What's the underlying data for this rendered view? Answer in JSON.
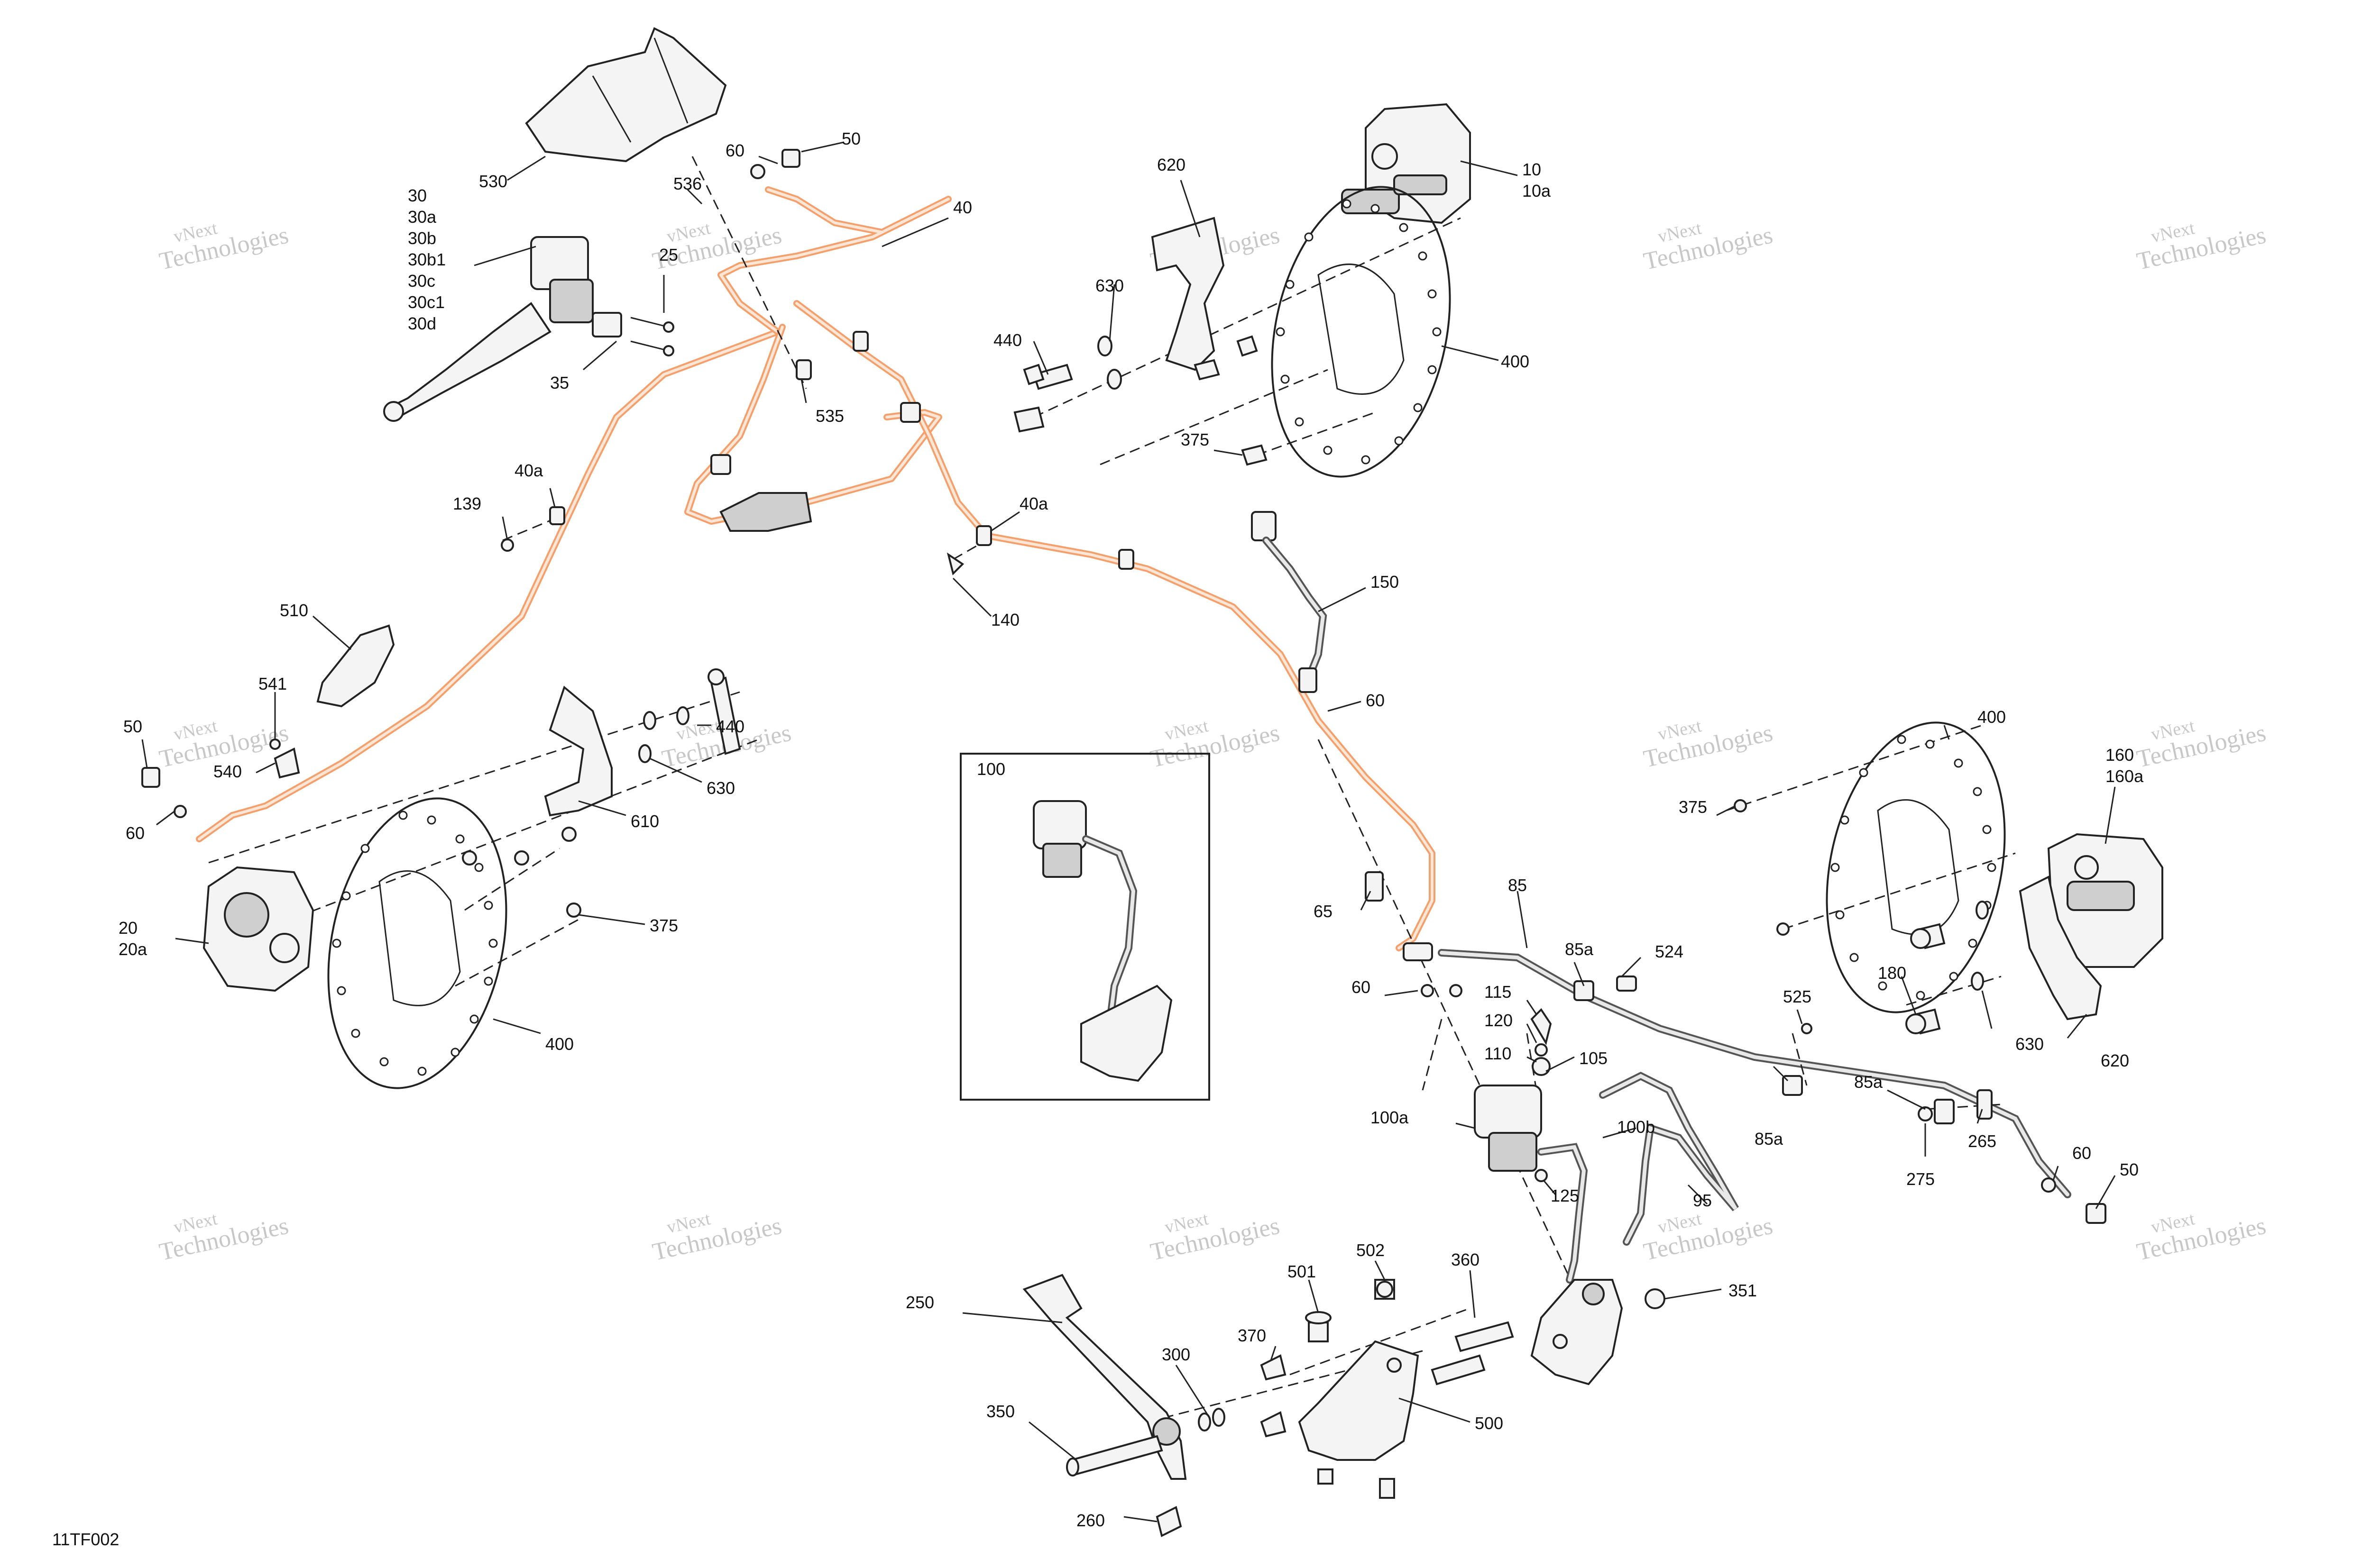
{
  "diagram_code": "11TF002",
  "watermark": {
    "line1": "vNext",
    "line2": "Technologies"
  },
  "labels": {
    "p530": "530",
    "p30": "30",
    "p30a": "30a",
    "p30b": "30b",
    "p30b1": "30b1",
    "p30c": "30c",
    "p30c1": "30c1",
    "p30d": "30d",
    "p25": "25",
    "p35": "35",
    "p60_top": "60",
    "p50_top": "50",
    "p536": "536",
    "p40": "40",
    "p535": "535",
    "p620_top": "620",
    "p10": "10",
    "p10a": "10a",
    "p630_top": "630",
    "p440_top": "440",
    "p400_top": "400",
    "p375_top": "375",
    "p139": "139",
    "p40a_left": "40a",
    "p40a_mid": "40a",
    "p140": "140",
    "p150": "150",
    "p60_mid": "60",
    "p510": "510",
    "p541": "541",
    "p540": "540",
    "p50_left": "50",
    "p60_left": "60",
    "p440_left": "440",
    "p630_left": "630",
    "p610": "610",
    "p20": "20",
    "p20a": "20a",
    "p375_left": "375",
    "p400_left": "400",
    "p100": "100",
    "p400_right": "400",
    "p160": "160",
    "p160a": "160a",
    "p375_right": "375",
    "p65": "65",
    "p85": "85",
    "p85a_top": "85a",
    "p524": "524",
    "p60_lower": "60",
    "p115": "115",
    "p120": "120",
    "p110": "110",
    "p105": "105",
    "p525": "525",
    "p180": "180",
    "p630_right": "630",
    "p620_right": "620",
    "p85a_mid": "85a",
    "p85a_right": "85a",
    "p265": "265",
    "p275": "275",
    "p60_right": "60",
    "p50_right": "50",
    "p100a": "100a",
    "p100b": "100b",
    "p125": "125",
    "p95": "95",
    "p250": "250",
    "p501": "501",
    "p502": "502",
    "p360": "360",
    "p351": "351",
    "p300": "300",
    "p370": "370",
    "p350": "350",
    "p500": "500",
    "p260": "260"
  }
}
